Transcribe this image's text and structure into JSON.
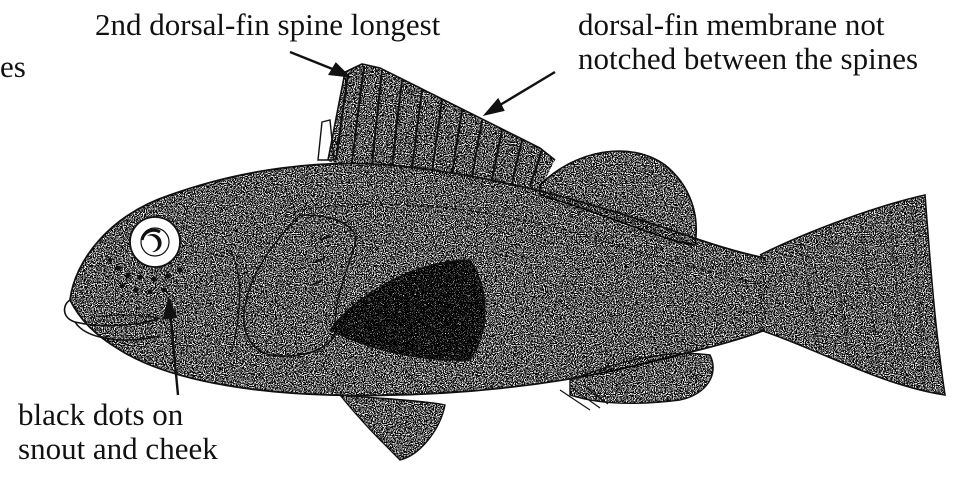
{
  "figure": {
    "labels": {
      "spine_longest": "2nd dorsal-fin  spine  longest",
      "membrane_line1": "dorsal-fin membrane not",
      "membrane_line2": "notched between the spines",
      "cut_fragment": "es",
      "dots_line1": "black dots on",
      "dots_line2": "snout and cheek"
    },
    "subject": "grouper-fish-illustration",
    "colors": {
      "ink": "#111111",
      "background": "#ffffff"
    }
  }
}
